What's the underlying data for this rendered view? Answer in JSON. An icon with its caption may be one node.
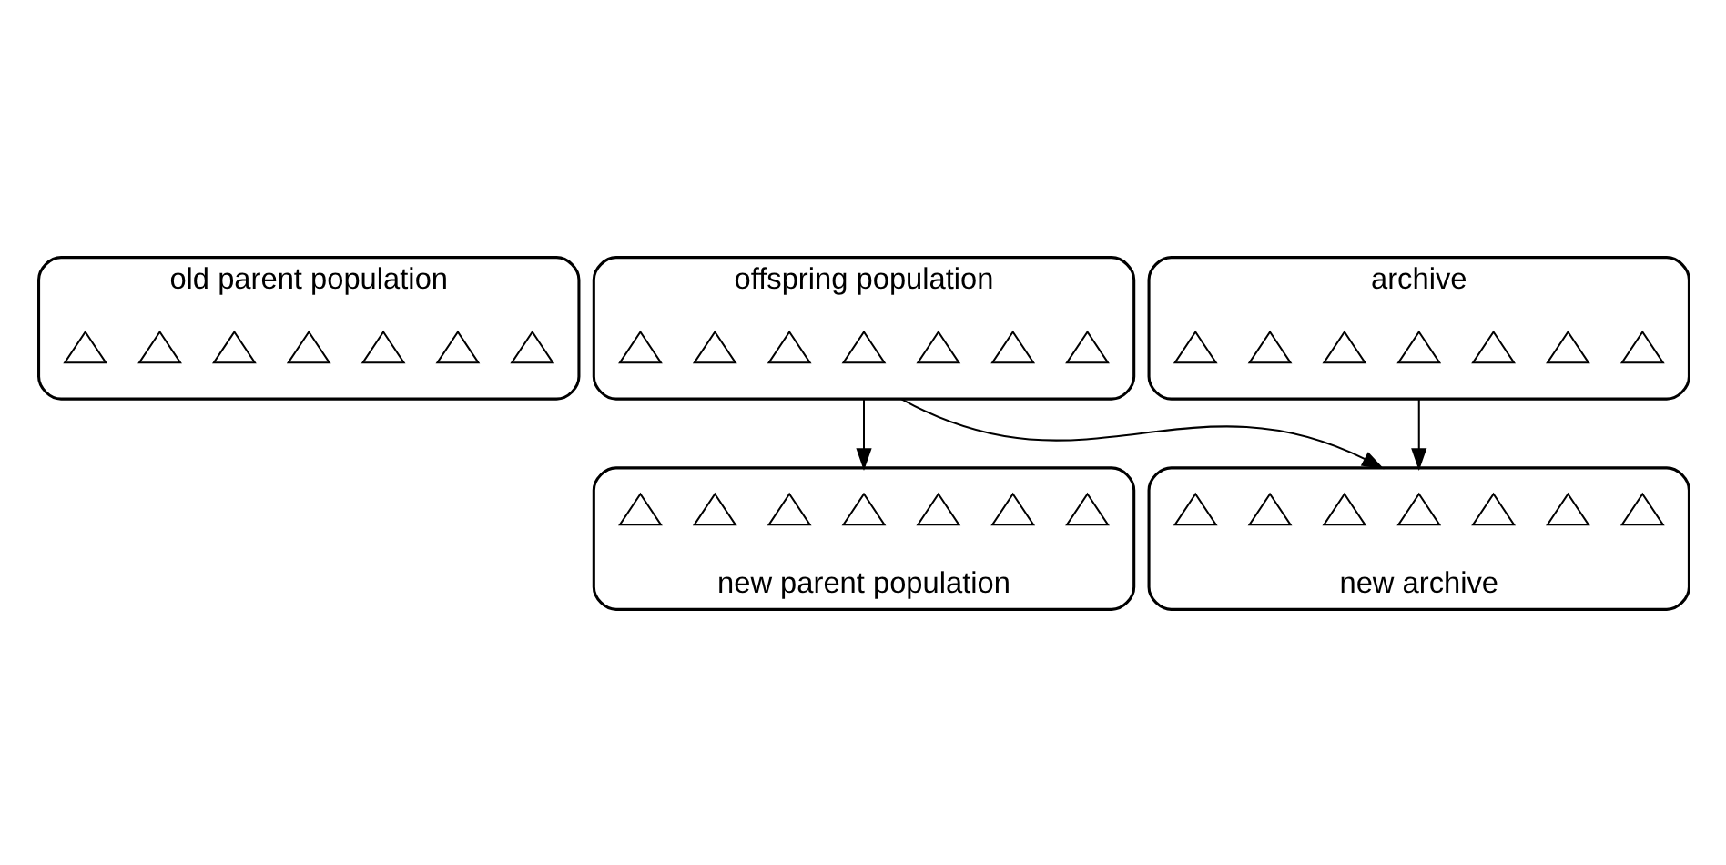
{
  "diagram": {
    "nodes": [
      {
        "text": [
          "old parent population"
        ]
      },
      {
        "text": [],
        "shape": "triangle",
        "in": 0
      },
      {
        "text": [],
        "shape": "triangle",
        "in": 0
      },
      {
        "text": [],
        "shape": "triangle",
        "in": 0
      },
      {
        "text": [],
        "shape": "triangle",
        "in": 0
      },
      {
        "text": [],
        "shape": "triangle",
        "in": 0
      },
      {
        "text": [],
        "shape": "triangle",
        "in": 0
      },
      {
        "text": [],
        "shape": "triangle",
        "in": 0
      },
      {
        "text": [
          "offspring population"
        ]
      },
      {
        "text": [],
        "shape": "triangle",
        "in": 8
      },
      {
        "text": [],
        "shape": "triangle",
        "in": 8
      },
      {
        "text": [],
        "shape": "triangle",
        "in": 8
      },
      {
        "text": [],
        "shape": "triangle",
        "in": 8
      },
      {
        "text": [],
        "shape": "triangle",
        "in": 8
      },
      {
        "text": [],
        "shape": "triangle",
        "in": 8
      },
      {
        "text": [],
        "shape": "triangle",
        "in": 8
      },
      {
        "text": [
          "archive"
        ]
      },
      {
        "text": [],
        "shape": "triangle",
        "in": 16
      },
      {
        "text": [],
        "shape": "triangle",
        "in": 16
      },
      {
        "text": [],
        "shape": "triangle",
        "in": 16
      },
      {
        "text": [],
        "shape": "triangle",
        "in": 16
      },
      {
        "text": [],
        "shape": "triangle",
        "in": 16
      },
      {
        "text": [],
        "shape": "triangle",
        "in": 16
      },
      {
        "text": [],
        "shape": "triangle",
        "in": 16
      },
      {
        "text": [
          "new parent population"
        ]
      },
      {
        "text": [],
        "shape": "triangle",
        "in": 24
      },
      {
        "text": [],
        "shape": "triangle",
        "in": 24
      },
      {
        "text": [],
        "shape": "triangle",
        "in": 24
      },
      {
        "text": [],
        "shape": "triangle",
        "in": 24
      },
      {
        "text": [],
        "shape": "triangle",
        "in": 24
      },
      {
        "text": [],
        "shape": "triangle",
        "in": 24
      },
      {
        "text": [],
        "shape": "triangle",
        "in": 24
      },
      {
        "text": [
          "new archive"
        ]
      },
      {
        "text": [],
        "shape": "triangle",
        "in": 32
      },
      {
        "text": [],
        "shape": "triangle",
        "in": 32
      },
      {
        "text": [],
        "shape": "triangle",
        "in": 32
      },
      {
        "text": [],
        "shape": "triangle",
        "in": 32
      },
      {
        "text": [],
        "shape": "triangle",
        "in": 32
      },
      {
        "text": [],
        "shape": "triangle",
        "in": 32
      },
      {
        "text": [],
        "shape": "triangle",
        "in": 32
      }
    ],
    "edges": [
      {
        "from": 8,
        "to": 24,
        "arrow": "to"
      },
      {
        "from": 8,
        "to": 32,
        "arrow": "to"
      },
      {
        "from": 16,
        "to": 32,
        "arrow": "to"
      }
    ]
  }
}
